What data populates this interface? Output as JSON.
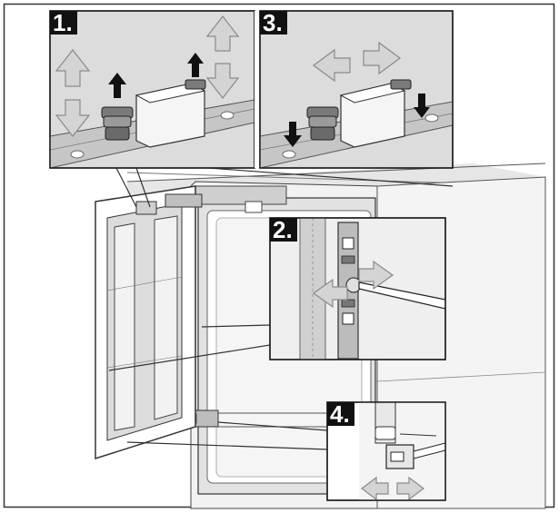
{
  "figure": {
    "panels": [
      {
        "id": "1",
        "label": "1."
      },
      {
        "id": "2",
        "label": "2."
      },
      {
        "id": "3",
        "label": "3."
      },
      {
        "id": "4",
        "label": "4."
      }
    ]
  },
  "colors": {
    "frame": "#333333",
    "panel_bg": "#dcdcdc",
    "panel_bg_light": "#efefef",
    "label_bg": "#111111",
    "arrow_fill": "#cfcfcf",
    "arrow_stroke": "#888888",
    "dark_arrow": "#111111",
    "metal": "#9a9a9a"
  },
  "icons": {
    "up_down_arrows": "hollow-up-down-arrow-icon",
    "left_right_arrows": "hollow-left-right-arrow-icon",
    "adjust_arrow": "solid-black-arrow-icon",
    "screw": "screw-icon",
    "screwdriver": "screwdriver-icon"
  }
}
